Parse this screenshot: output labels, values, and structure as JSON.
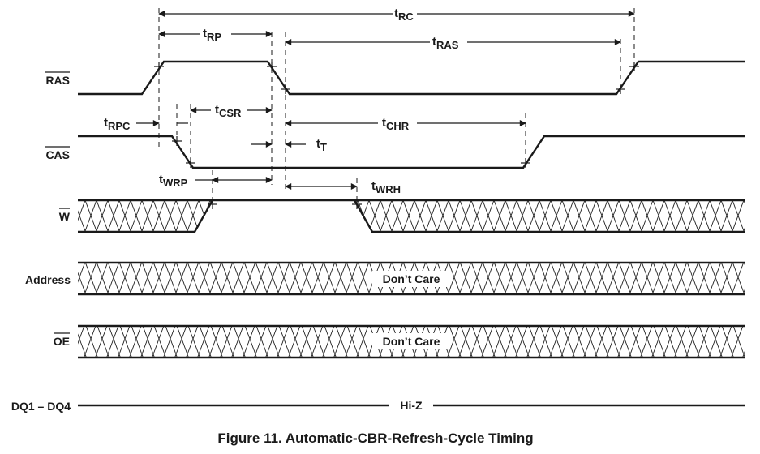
{
  "figure": {
    "caption": "Figure 11. Automatic-CBR-Refresh-Cycle Timing"
  },
  "signals": {
    "ras": "RAS",
    "cas": "CAS",
    "w": "W",
    "address": "Address",
    "oe": "OE",
    "dq": "DQ1 – DQ4"
  },
  "bus_labels": {
    "address": "Don’t Care",
    "oe": "Don’t Care",
    "dq": "Hi-Z"
  },
  "timing_params": {
    "trc": {
      "t": "t",
      "sub": "RC"
    },
    "trp": {
      "t": "t",
      "sub": "RP"
    },
    "tras": {
      "t": "t",
      "sub": "RAS"
    },
    "trpc": {
      "t": "t",
      "sub": "RPC"
    },
    "tcsr": {
      "t": "t",
      "sub": "CSR"
    },
    "tchr": {
      "t": "t",
      "sub": "CHR"
    },
    "tt": {
      "t": "t",
      "sub": "T"
    },
    "twrp": {
      "t": "t",
      "sub": "WRP"
    },
    "twrh": {
      "t": "t",
      "sub": "WRH"
    }
  },
  "colors": {
    "ink": "#1a1a1a",
    "background": "#ffffff"
  }
}
